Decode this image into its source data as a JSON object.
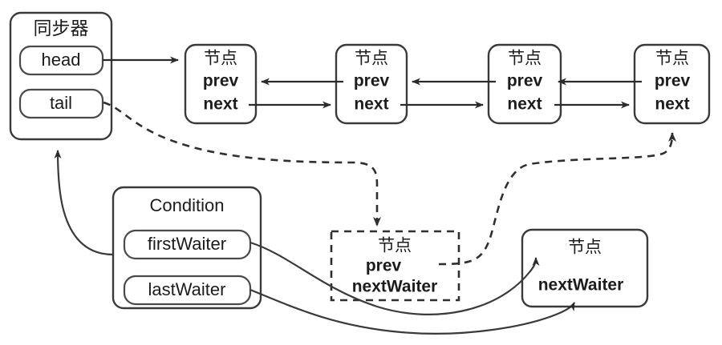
{
  "diagram": {
    "title_semantic": "aqs-sync-queue-and-condition-queue",
    "colors": {
      "background": "#ffffff",
      "stroke": "#3a3a3a",
      "text": "#1c1c1c",
      "dashed_stroke": "#2f2f2f"
    }
  },
  "synchronizer": {
    "title": "同步器",
    "fields": [
      {
        "label": "head"
      },
      {
        "label": "tail"
      }
    ]
  },
  "condition": {
    "title": "Condition",
    "fields": [
      {
        "label": "firstWaiter"
      },
      {
        "label": "lastWaiter"
      }
    ]
  },
  "sync_queue": {
    "nodes": [
      {
        "title": "节点",
        "fields": [
          "prev",
          "next"
        ]
      },
      {
        "title": "节点",
        "fields": [
          "prev",
          "next"
        ]
      },
      {
        "title": "节点",
        "fields": [
          "prev",
          "next"
        ]
      },
      {
        "title": "节点",
        "fields": [
          "prev",
          "next"
        ]
      }
    ]
  },
  "condition_queue": {
    "nodes": [
      {
        "title": "节点",
        "fields": [
          "prev",
          "nextWaiter"
        ],
        "style": "dashed"
      },
      {
        "title": "节点",
        "fields": [
          "nextWaiter"
        ],
        "style": "solid"
      }
    ]
  },
  "connections": [
    {
      "from": "head",
      "to": "节点 1",
      "style": "solid"
    },
    {
      "from": "节点 1 next",
      "to": "节点 2",
      "style": "solid"
    },
    {
      "from": "节点 2 prev",
      "to": "节点 1",
      "style": "solid"
    },
    {
      "from": "节点 2 next",
      "to": "节点 3",
      "style": "solid"
    },
    {
      "from": "节点 3 prev",
      "to": "节点 2",
      "style": "solid"
    },
    {
      "from": "节点 3 next",
      "to": "节点 4",
      "style": "solid"
    },
    {
      "from": "节点 4 prev",
      "to": "节点 3",
      "style": "solid"
    },
    {
      "from": "tail",
      "to": "dashed 节点",
      "style": "dashed"
    },
    {
      "from": "dashed 节点 prev",
      "to": "节点 4",
      "style": "dashed"
    },
    {
      "from": "firstWaiter",
      "to": "nextWaiter 节点",
      "style": "solid-curve"
    },
    {
      "from": "lastWaiter",
      "to": "nextWaiter 节点",
      "style": "solid-curve"
    },
    {
      "from": "Condition",
      "to": "同步器",
      "style": "solid-curve"
    }
  ]
}
